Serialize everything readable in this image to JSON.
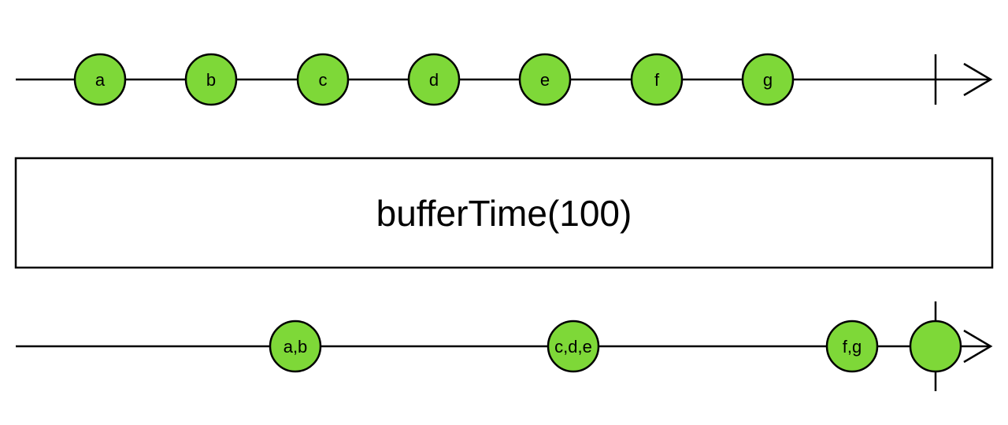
{
  "colors": {
    "marble_fill": "#7ed838",
    "stroke": "#000000",
    "background": "#ffffff"
  },
  "input": {
    "marbles": [
      "a",
      "b",
      "c",
      "d",
      "e",
      "f",
      "g"
    ],
    "completes": true
  },
  "operator": {
    "label": "bufferTime(100)"
  },
  "output": {
    "marbles": [
      "a,b",
      "c,d,e",
      "f,g",
      ""
    ],
    "completes": true
  }
}
